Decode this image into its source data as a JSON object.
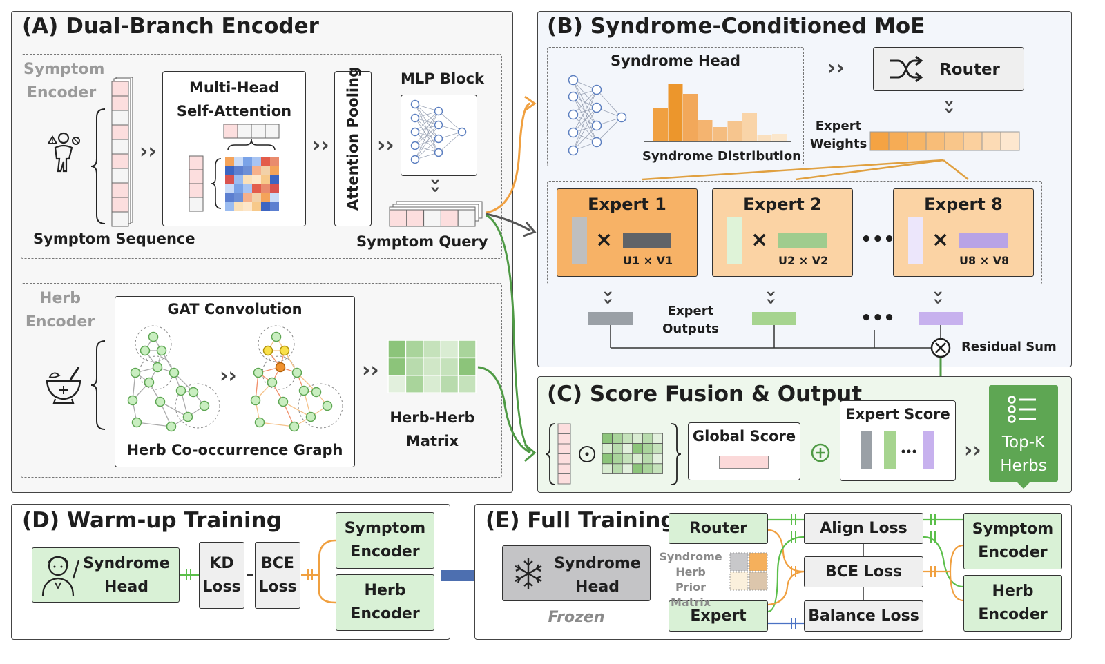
{
  "panel_a": {
    "title": "(A) Dual-Branch Encoder",
    "symptom_encoder_label": "Symptom\nEncoder",
    "symptom_sequence_label": "Symptom Sequence",
    "mhsa_label": "Multi-Head\nSelf-Attention",
    "attention_pooling_label": "Attention Pooling",
    "mlp_block_label": "MLP Block",
    "symptom_query_label": "Symptom Query",
    "herb_encoder_label": "Herb\nEncoder",
    "gat_label": "GAT Convolution",
    "graph_label": "Herb Co-occurrence Graph",
    "herb_matrix_label": "Herb-Herb\nMatrix"
  },
  "panel_b": {
    "title": "(B) Syndrome-Conditioned MoE",
    "syndrome_head_label": "Syndrome Head",
    "syndrome_distribution_label": "Syndrome Distribution",
    "router_label": "Router",
    "expert_weights_label": "Expert\nWeights",
    "experts": [
      {
        "name": "Expert 1",
        "formula": "U1 × V1",
        "color": "#f7b266",
        "vcolor": "#bfbfbf",
        "hcolor": "#5f6368"
      },
      {
        "name": "Expert 2",
        "formula": "U2 × V2",
        "color": "#fbd3a4",
        "vcolor": "#dff3d8",
        "hcolor": "#9fcc8e"
      },
      {
        "name": "Expert 8",
        "formula": "U8 × V8",
        "color": "#fbd3a4",
        "vcolor": "#ece6fb",
        "hcolor": "#b8a3e6"
      }
    ],
    "times_symbol": "×",
    "ellipsis": "•••",
    "expert_outputs_label": "Expert\nOutputs",
    "residual_sum_label": "Residual Sum"
  },
  "panel_c": {
    "title": "(C) Score Fusion & Output",
    "global_score_label": "Global Score",
    "expert_score_label": "Expert Score",
    "topk_label": "Top-K\nHerbs",
    "dot_symbol": "⊙",
    "plus_symbol": "⊕"
  },
  "panel_d": {
    "title": "(D) Warm-up Training",
    "syndrome_head_label": "Syndrome\nHead",
    "kd_loss_label": "KD\nLoss",
    "bce_loss_label": "BCE\nLoss",
    "symptom_encoder_label": "Symptom\nEncoder",
    "herb_encoder_label": "Herb\nEncoder"
  },
  "panel_e": {
    "title": "(E) Full Training",
    "syndrome_head_label": "Syndrome\nHead",
    "frozen_label": "Frozen",
    "router_label": "Router",
    "expert_label": "Expert",
    "prior_matrix_label": "Syndrome\nHerb\nPrior Matrix",
    "align_loss_label": "Align Loss",
    "bce_loss_label": "BCE Loss",
    "balance_loss_label": "Balance Loss",
    "symptom_encoder_label": "Symptom\nEncoder",
    "herb_encoder_label": "Herb\nEncoder"
  },
  "colors": {
    "orange": "#f0a040",
    "green": "#4f9a45",
    "blue": "#4a72c4",
    "panel_b_bg": "#f3f6fb",
    "panel_c_bg": "#eef7ec",
    "panel_a_bg": "#f7f7f7"
  }
}
